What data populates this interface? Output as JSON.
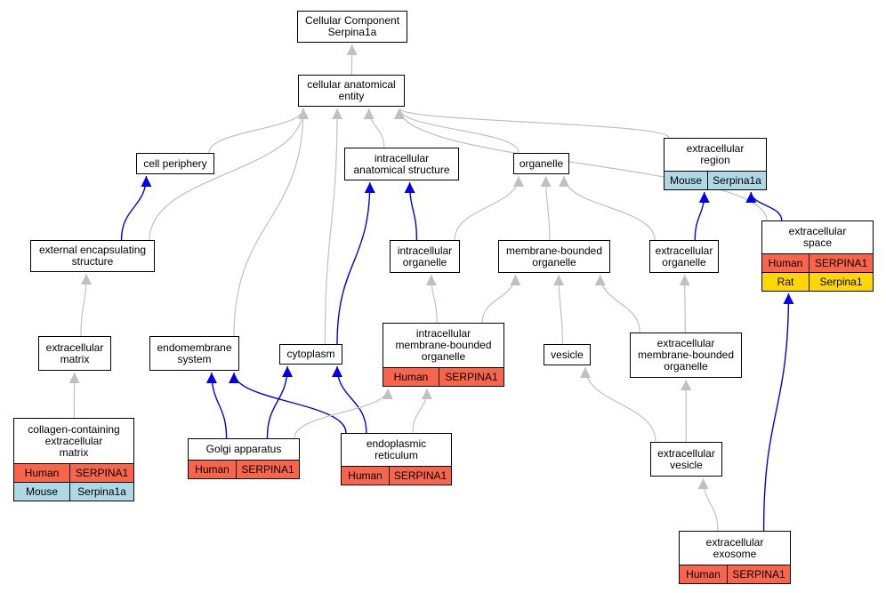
{
  "colors": {
    "Human": "#f9654a",
    "Mouse": "#add8e6",
    "Rat": "#ffd700",
    "edge_default": "#c0c0c0",
    "edge_annotated": "#0000ee"
  },
  "nodes": {
    "root": {
      "label": "Cellular Component\nSerpina1a",
      "annotations": []
    },
    "cae": {
      "label": "cellular anatomical\nentity",
      "annotations": []
    },
    "cell_periphery": {
      "label": "cell periphery",
      "annotations": []
    },
    "ias": {
      "label": "intracellular\nanatomical structure",
      "annotations": []
    },
    "organelle": {
      "label": "organelle",
      "annotations": []
    },
    "ext_region": {
      "label": "extracellular\nregion",
      "annotations": [
        {
          "species": "Mouse",
          "gene": "Serpina1a"
        }
      ]
    },
    "ext_encaps": {
      "label": "external encapsulating\nstructure",
      "annotations": []
    },
    "intra_org": {
      "label": "intracellular\norganelle",
      "annotations": []
    },
    "mbo": {
      "label": "membrane-bounded\norganelle",
      "annotations": []
    },
    "ext_org": {
      "label": "extracellular\norganelle",
      "annotations": []
    },
    "ext_space": {
      "label": "extracellular\nspace",
      "annotations": [
        {
          "species": "Human",
          "gene": "SERPINA1"
        },
        {
          "species": "Rat",
          "gene": "Serpina1"
        }
      ]
    },
    "ecm": {
      "label": "extracellular\nmatrix",
      "annotations": []
    },
    "endomembrane": {
      "label": "endomembrane\nsystem",
      "annotations": []
    },
    "cytoplasm": {
      "label": "cytoplasm",
      "annotations": []
    },
    "imbo": {
      "label": "intracellular\nmembrane-bounded\norganelle",
      "annotations": [
        {
          "species": "Human",
          "gene": "SERPINA1"
        }
      ]
    },
    "vesicle": {
      "label": "vesicle",
      "annotations": []
    },
    "embo": {
      "label": "extracellular\nmembrane-bounded\norganelle",
      "annotations": []
    },
    "collagen": {
      "label": "collagen-containing\nextracellular\nmatrix",
      "annotations": [
        {
          "species": "Human",
          "gene": "SERPINA1"
        },
        {
          "species": "Mouse",
          "gene": "Serpina1a"
        }
      ]
    },
    "golgi": {
      "label": "Golgi apparatus",
      "annotations": [
        {
          "species": "Human",
          "gene": "SERPINA1"
        }
      ]
    },
    "er": {
      "label": "endoplasmic\nreticulum",
      "annotations": [
        {
          "species": "Human",
          "gene": "SERPINA1"
        }
      ]
    },
    "ext_vesicle": {
      "label": "extracellular\nvesicle",
      "annotations": []
    },
    "exosome": {
      "label": "extracellular\nexosome",
      "annotations": [
        {
          "species": "Human",
          "gene": "SERPINA1"
        }
      ]
    }
  },
  "edges": [
    {
      "from": "cae",
      "to": "root",
      "annotated": false
    },
    {
      "from": "cell_periphery",
      "to": "cae",
      "annotated": false
    },
    {
      "from": "ias",
      "to": "cae",
      "annotated": false
    },
    {
      "from": "organelle",
      "to": "cae",
      "annotated": false
    },
    {
      "from": "ext_region",
      "to": "cae",
      "annotated": false
    },
    {
      "from": "ext_encaps",
      "to": "cae",
      "annotated": false
    },
    {
      "from": "ext_space",
      "to": "cae",
      "annotated": false
    },
    {
      "from": "endomembrane",
      "to": "cae",
      "annotated": false
    },
    {
      "from": "cytoplasm",
      "to": "cae",
      "annotated": false
    },
    {
      "from": "ext_encaps",
      "to": "cell_periphery",
      "annotated": true
    },
    {
      "from": "intra_org",
      "to": "ias",
      "annotated": true
    },
    {
      "from": "cytoplasm",
      "to": "ias",
      "annotated": true
    },
    {
      "from": "intra_org",
      "to": "organelle",
      "annotated": false
    },
    {
      "from": "mbo",
      "to": "organelle",
      "annotated": false
    },
    {
      "from": "ext_org",
      "to": "organelle",
      "annotated": false
    },
    {
      "from": "ext_org",
      "to": "ext_region",
      "annotated": true
    },
    {
      "from": "ext_space",
      "to": "ext_region",
      "annotated": true
    },
    {
      "from": "ecm",
      "to": "ext_encaps",
      "annotated": false
    },
    {
      "from": "imbo",
      "to": "intra_org",
      "annotated": false
    },
    {
      "from": "imbo",
      "to": "mbo",
      "annotated": false
    },
    {
      "from": "vesicle",
      "to": "mbo",
      "annotated": false
    },
    {
      "from": "embo",
      "to": "mbo",
      "annotated": false
    },
    {
      "from": "embo",
      "to": "ext_org",
      "annotated": false
    },
    {
      "from": "collagen",
      "to": "ecm",
      "annotated": false
    },
    {
      "from": "golgi",
      "to": "endomembrane",
      "annotated": true
    },
    {
      "from": "er",
      "to": "endomembrane",
      "annotated": true
    },
    {
      "from": "golgi",
      "to": "cytoplasm",
      "annotated": true
    },
    {
      "from": "er",
      "to": "cytoplasm",
      "annotated": true
    },
    {
      "from": "golgi",
      "to": "imbo",
      "annotated": false
    },
    {
      "from": "er",
      "to": "imbo",
      "annotated": false
    },
    {
      "from": "ext_vesicle",
      "to": "vesicle",
      "annotated": false
    },
    {
      "from": "ext_vesicle",
      "to": "embo",
      "annotated": false
    },
    {
      "from": "exosome",
      "to": "ext_vesicle",
      "annotated": false
    },
    {
      "from": "exosome",
      "to": "ext_space",
      "annotated": true
    }
  ]
}
